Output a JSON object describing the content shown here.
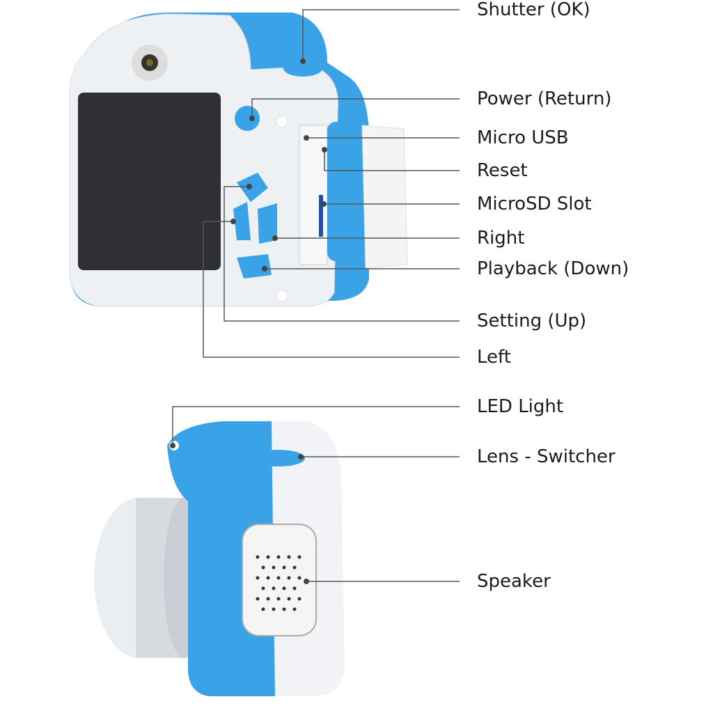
{
  "labels": {
    "shutter": "Shutter (OK)",
    "power": "Power (Return)",
    "micro_usb": "Micro USB",
    "reset": "Reset",
    "microsd": "MicroSD Slot",
    "right": "Right",
    "playback": "Playback (Down)",
    "setting": "Setting (Up)",
    "left": "Left",
    "led": "LED Light",
    "lens_switcher": "Lens - Switcher",
    "speaker": "Speaker"
  },
  "colors": {
    "blue": "#3aa3e8",
    "white": "#f4f6f8",
    "screen": "#2e3033",
    "line": "#555555"
  }
}
